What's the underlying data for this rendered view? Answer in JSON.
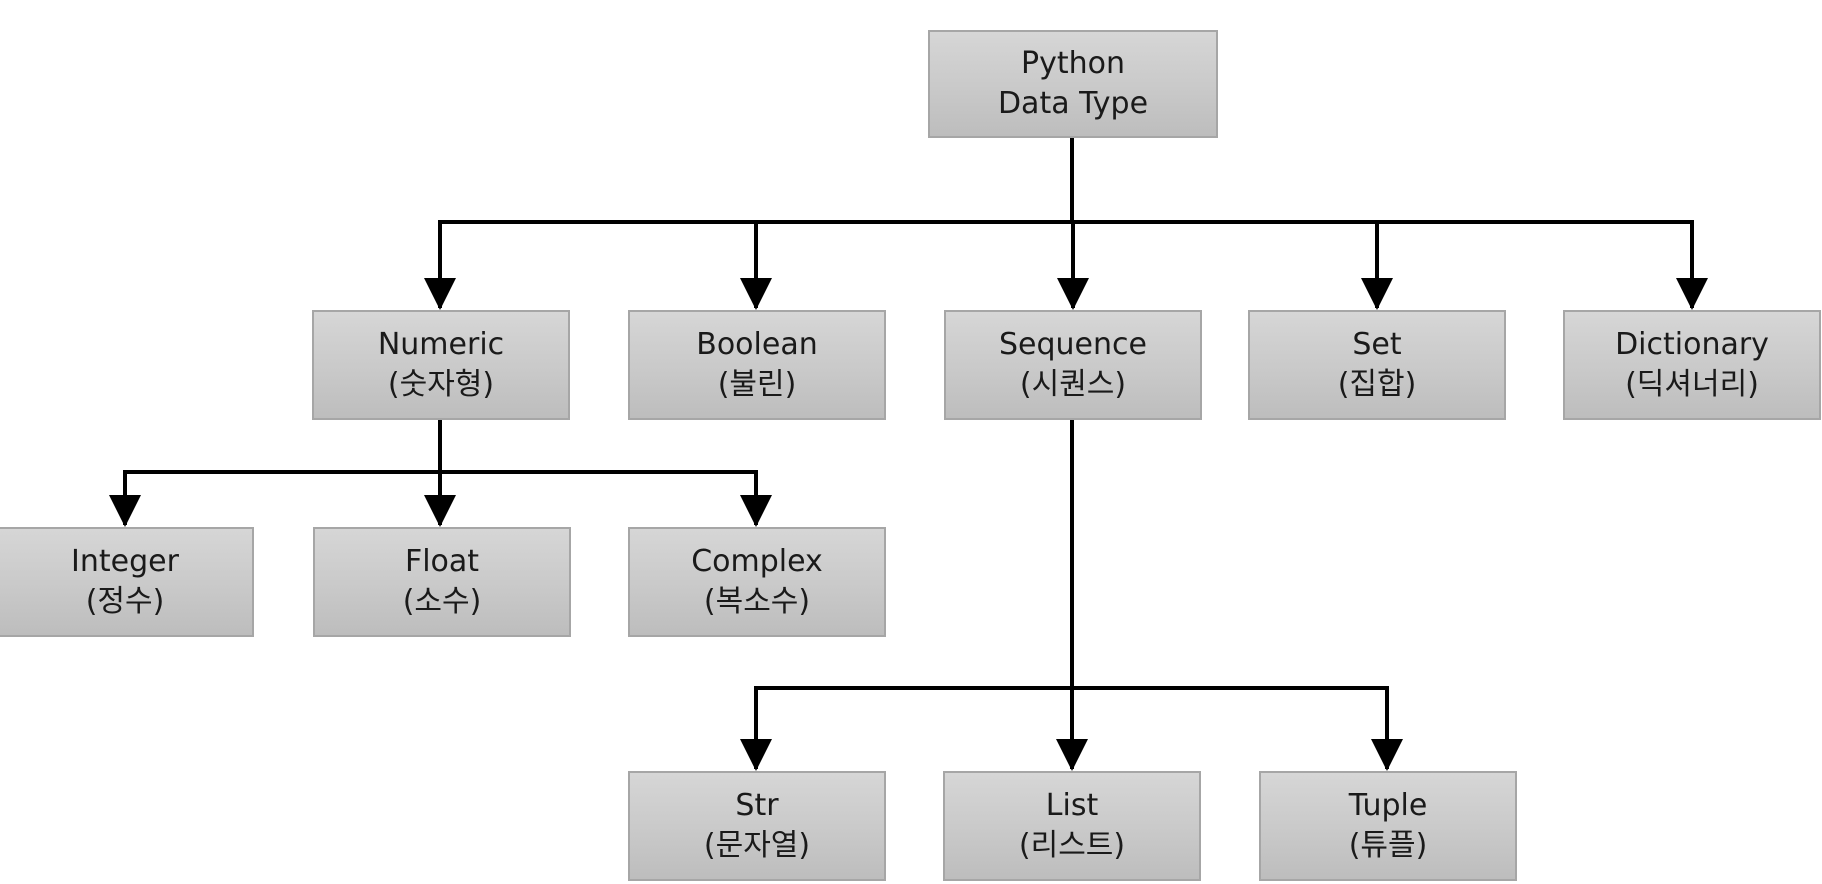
{
  "diagram": {
    "root": {
      "name": "Python",
      "sub": "Data Type"
    },
    "numeric": {
      "name": "Numeric",
      "sub": "(숫자형)"
    },
    "boolean": {
      "name": "Boolean",
      "sub": "(불린)"
    },
    "sequence": {
      "name": "Sequence",
      "sub": "(시퀀스)"
    },
    "set": {
      "name": "Set",
      "sub": "(집합)"
    },
    "dictionary": {
      "name": "Dictionary",
      "sub": "(딕셔너리)"
    },
    "integer": {
      "name": "Integer",
      "sub": "(정수)"
    },
    "float": {
      "name": "Float",
      "sub": "(소수)"
    },
    "complex": {
      "name": "Complex",
      "sub": "(복소수)"
    },
    "str": {
      "name": "Str",
      "sub": "(문자열)"
    },
    "list": {
      "name": "List",
      "sub": "(리스트)"
    },
    "tuple": {
      "name": "Tuple",
      "sub": "(튜플)"
    }
  },
  "colors": {
    "box_fill_top": "#d6d6d6",
    "box_fill_bottom": "#bdbdbd",
    "box_border": "#a6a6a6",
    "connector": "#000000",
    "text": "#1a1a1a"
  }
}
